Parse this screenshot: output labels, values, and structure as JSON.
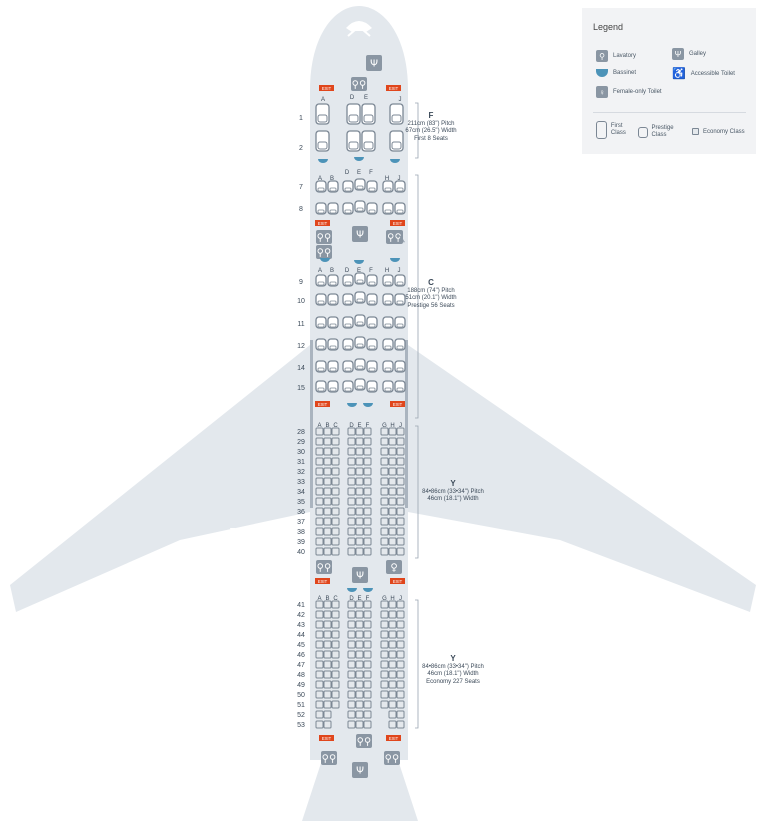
{
  "legend": {
    "title": "Legend",
    "items": {
      "lavatory": "Lavatory",
      "galley": "Galley",
      "bassinet": "Bassinet",
      "accessible_toilet": "Accessible Toilet",
      "female_toilet": "Female-only Toilet",
      "first_class": "First Class",
      "prestige_class": "Prestige Class",
      "economy_class": "Economy Class"
    }
  },
  "exit_label": "EXIT",
  "cabins": {
    "first": {
      "code": "F",
      "pitch": "211cm (83\") Pitch",
      "width": "67cm (26.5\") Width",
      "seats": "First 8 Seats",
      "rows": [
        "1",
        "2"
      ],
      "letters": [
        "A",
        "D",
        "E",
        "J"
      ]
    },
    "prestige": {
      "code": "C",
      "pitch": "188cm (74\") Pitch",
      "width": "51cm (20.1\") Width",
      "seats": "Prestige 56 Seats",
      "rows_a": [
        "7",
        "8"
      ],
      "rows_b": [
        "9",
        "10",
        "11",
        "12",
        "14",
        "15"
      ],
      "letters": [
        "A",
        "B",
        "D",
        "E",
        "F",
        "H",
        "J"
      ]
    },
    "economy_front": {
      "code": "Y",
      "pitch": "84•86cm (33•34\") Pitch",
      "width": "46cm (18.1\") Width",
      "rows": [
        "28",
        "29",
        "30",
        "31",
        "32",
        "33",
        "34",
        "35",
        "36",
        "37",
        "38",
        "39",
        "40"
      ],
      "letters": [
        "A",
        "B",
        "C",
        "D",
        "E",
        "F",
        "G",
        "H",
        "J"
      ]
    },
    "economy_rear": {
      "code": "Y",
      "pitch": "84•86cm (33•34\") Pitch",
      "width": "46cm (18.1\") Width",
      "seats": "Economy 227 Seats",
      "rows": [
        "41",
        "42",
        "43",
        "44",
        "45",
        "46",
        "47",
        "48",
        "49",
        "50",
        "51",
        "52",
        "53"
      ],
      "letters": [
        "A",
        "B",
        "C",
        "D",
        "E",
        "F",
        "G",
        "H",
        "J"
      ]
    }
  },
  "colors": {
    "fuselage": "#e3e8ed",
    "seat_stroke": "#7b8794",
    "exit": "#e0461c",
    "icon": "#8a96a3",
    "bassinet": "#4c93b8"
  },
  "icons": {
    "lavatory": "lavatory-icon",
    "galley": "galley-icon",
    "bassinet": "bassinet-icon",
    "accessible": "accessible-toilet-icon",
    "female": "female-toilet-icon"
  }
}
